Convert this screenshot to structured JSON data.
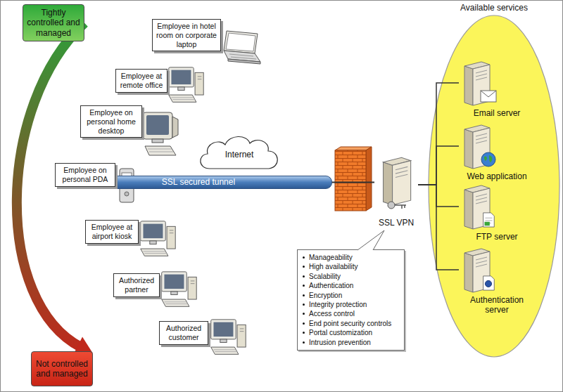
{
  "diagram": {
    "nodes": [
      {
        "text": [
          "Tightly controlled and managed"
        ]
      },
      {
        "text": [
          "Not controlled and managed"
        ]
      },
      {
        "text": [
          "Employee in hotel room on corporate laptop"
        ]
      },
      {
        "text": [
          "Employee at remote office"
        ]
      },
      {
        "text": [
          "Employee on personal home desktop"
        ]
      },
      {
        "text": [
          "Employee on personal PDA"
        ]
      },
      {
        "text": [
          "Employee at airport kiosk"
        ]
      },
      {
        "text": [
          "Authorized partner"
        ]
      },
      {
        "text": [
          "Authorized customer"
        ]
      },
      {
        "text": [
          "Internet"
        ]
      },
      {
        "text": [
          "SSL secured tunnel"
        ]
      },
      {
        "text": [
          "SSL VPN"
        ]
      },
      {
        "text": [
          "Manageability",
          "High availability",
          "Scalability",
          "Authentication",
          "Encryption",
          "Integrity protection",
          "Access control",
          "End point security controls",
          "Portal customization",
          "Intrusion prevention"
        ]
      },
      {
        "text": [
          "Available services"
        ]
      },
      {
        "text": [
          "Email server"
        ],
        "in": 13
      },
      {
        "text": [
          "Web application"
        ],
        "in": 13
      },
      {
        "text": [
          "FTP server"
        ],
        "in": 13
      },
      {
        "text": [
          "Authentication server"
        ],
        "in": 13
      }
    ],
    "edges": [
      {
        "from": 0,
        "to": 1,
        "arrow": "to"
      },
      {
        "from": 10,
        "to": 11,
        "arrow": "none"
      },
      {
        "from": 11,
        "to": 14,
        "arrow": "none"
      },
      {
        "from": 11,
        "to": 15,
        "arrow": "none"
      },
      {
        "from": 11,
        "to": 16,
        "arrow": "none"
      },
      {
        "from": 11,
        "to": 17,
        "arrow": "none"
      },
      {
        "from": 12,
        "to": 11,
        "arrow": "none"
      }
    ]
  }
}
